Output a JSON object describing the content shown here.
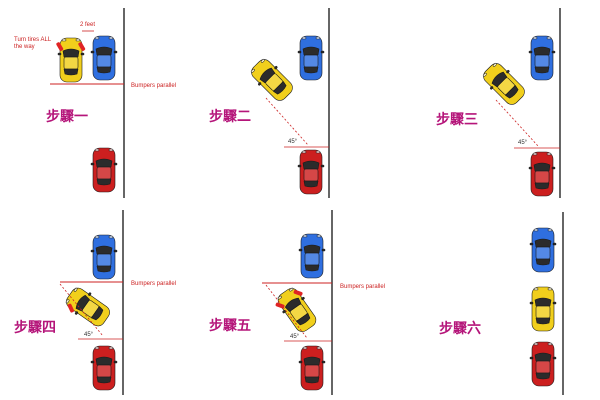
{
  "colors": {
    "label": "#b5157a",
    "annotation": "#cc2222",
    "curb": "#333333",
    "car_blue": "#2f6fe0",
    "car_red": "#cc1f1f",
    "car_yellow": "#f1cf1c",
    "glass": "#2b2b2b",
    "wheel_red": "#e02424"
  },
  "panels": [
    {
      "label": "步驟一",
      "notes": {
        "turn_tires": "Turn tires ALL",
        "turn_tires_2": "the way",
        "gap": "2 feet",
        "bumpers": "Bumpers parallel"
      }
    },
    {
      "label": "步驟二",
      "notes": {
        "angle": "45°"
      }
    },
    {
      "label": "步驟三",
      "notes": {
        "angle": "45°"
      }
    },
    {
      "label": "步驟四",
      "notes": {
        "bumpers": "Bumpers parallel",
        "angle": "45°"
      }
    },
    {
      "label": "步驟五",
      "notes": {
        "bumpers": "Bumpers parallel",
        "angle": "45°"
      }
    },
    {
      "label": "步驟六"
    }
  ],
  "icons": [
    "car-top-view-icon"
  ]
}
